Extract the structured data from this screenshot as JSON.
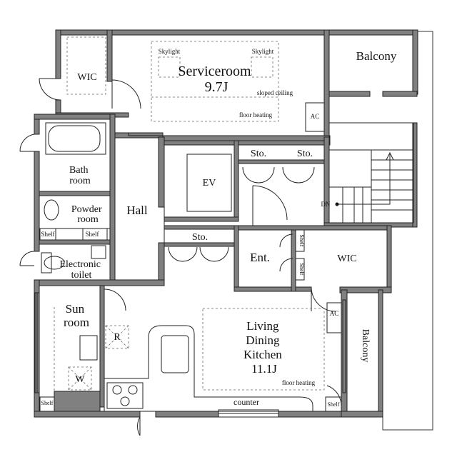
{
  "rooms": {
    "wic_top": "WIC",
    "serviceroom": [
      "Serviceroom",
      "9.7J"
    ],
    "balcony_top": "Balcony",
    "skylight_left": "Skylight",
    "skylight_right": "Skylight",
    "sloped_ceiling": "sloped ceiling",
    "floor_heating_top": "floor heating",
    "ac_top": "AC",
    "bath": [
      "Bath",
      "room"
    ],
    "sto_left": "Sto.",
    "sto_right": "Sto.",
    "ev": "EV",
    "dn": "DN",
    "hall": "Hall",
    "powder": [
      "Powder",
      "room"
    ],
    "shelf_powder_left": "Shelf",
    "shelf_powder_right": "Shelf",
    "sto_hall": "Sto.",
    "electronic_toilet": [
      "Electronic",
      "toilet"
    ],
    "ent": "Ent.",
    "shelf_ent_top": "Shelf",
    "shelf_ent_bottom": "Shelf",
    "wic_right": "WIC",
    "sun_room": [
      "Sun",
      "room"
    ],
    "r_label": "R",
    "w_label": "W",
    "ldk": [
      "Living",
      "Dining",
      "Kitchen",
      "11.1J"
    ],
    "ac_ldk": "AC",
    "floor_heating_ldk": "floor heating",
    "balcony_right": "Balcony",
    "counter": "counter",
    "shelf_sun": "Shelf",
    "shelf_ldk": "Shelf"
  }
}
